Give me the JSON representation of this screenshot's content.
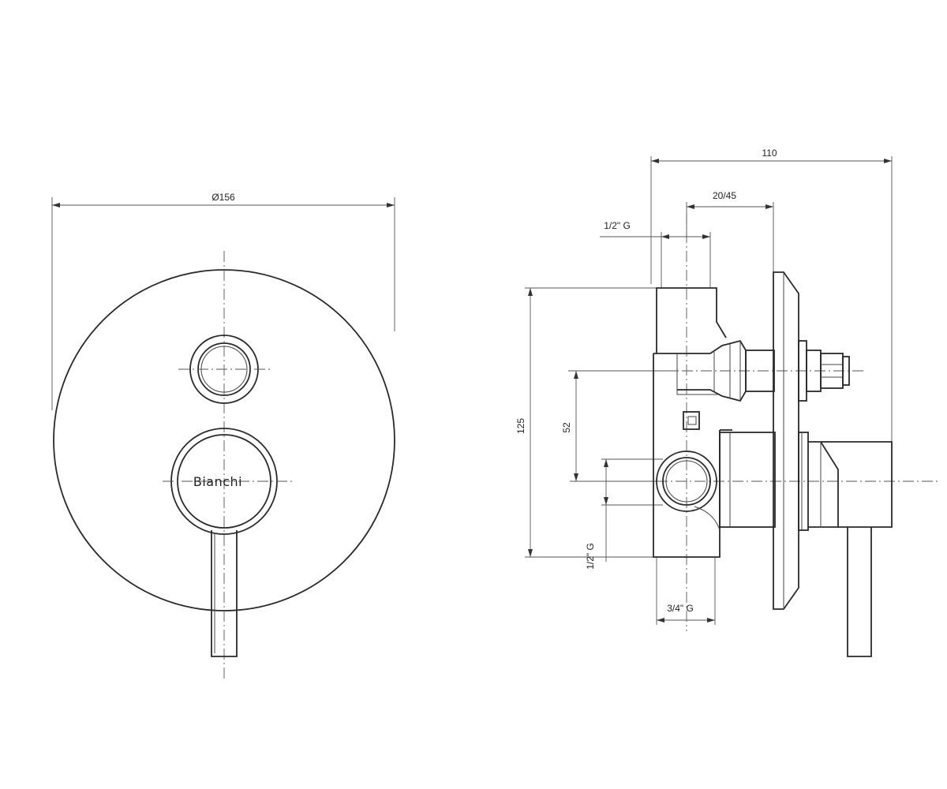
{
  "front_view": {
    "brand_label": "Bianchi",
    "diameter_label": "Ø156"
  },
  "side_view": {
    "depth_label": "110",
    "adjust_range_label": "20/45",
    "top_inlet_label": "1/2\" G",
    "height_label": "125",
    "center_distance_label": "52",
    "bottom_inlet_label": "1/2\" G",
    "outlet_label": "3/4\" G"
  }
}
